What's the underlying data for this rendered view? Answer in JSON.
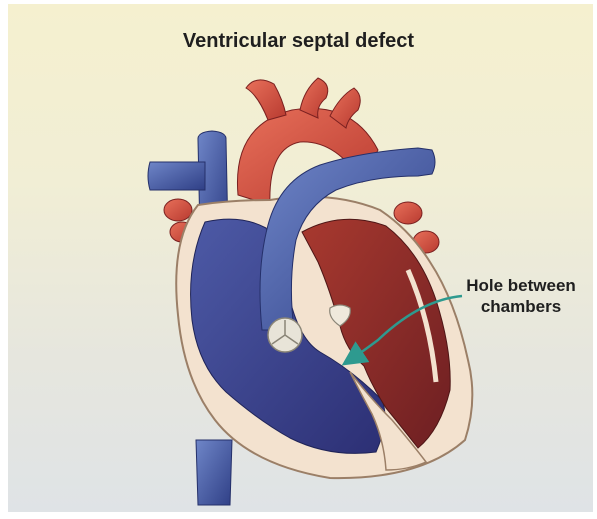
{
  "title": "Ventricular septal defect",
  "callout": {
    "line1": "Hole between",
    "line2": "chambers"
  },
  "colors": {
    "background_top": "#f5f0cf",
    "background_bottom": "#dfe3e6",
    "aorta": "#d9503f",
    "vein_blue": "#4a63a8",
    "left_ventricle": "#8f2a28",
    "right_ventricle": "#3c4590",
    "heart_wall": "#f3e2cf",
    "arrow": "#2e9a8f"
  }
}
